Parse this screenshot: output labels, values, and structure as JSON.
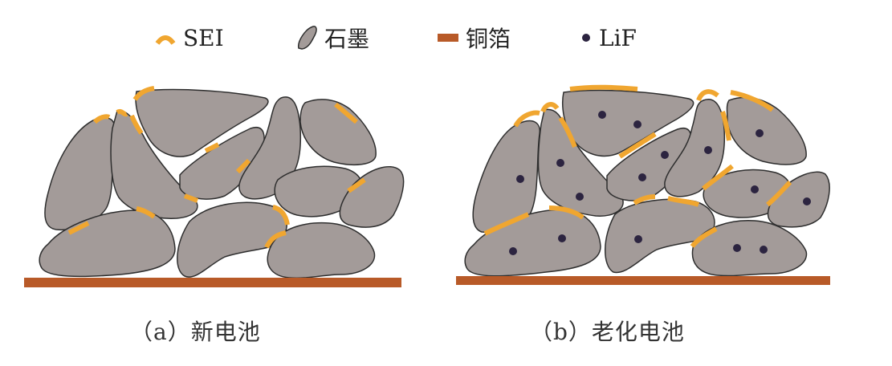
{
  "legend": {
    "items": [
      {
        "key": "sei",
        "label": "SEI",
        "icon": "sei-arc-icon",
        "color": "#F0A630"
      },
      {
        "key": "graphite",
        "label": "石墨",
        "icon": "graphite-particle-icon",
        "color": "#A39B99"
      },
      {
        "key": "copper_foil",
        "label": "铜箔",
        "icon": "copper-foil-icon",
        "color": "#B85A28"
      },
      {
        "key": "lif",
        "label": "LiF",
        "icon": "lif-dot-icon",
        "color": "#2C2440"
      }
    ]
  },
  "panels": [
    {
      "id": "a",
      "caption": "（a）新电池",
      "description": "new battery: graphite particles with thin, sparse SEI segments on copper foil"
    },
    {
      "id": "b",
      "caption": "（b）老化电池",
      "description": "aged battery: thicker, longer SEI segments and LiF deposits inside graphite particles"
    }
  ],
  "colors": {
    "graphite_fill": "#A39B99",
    "outline": "#2E2E2E",
    "sei": "#F0A630",
    "copper": "#B85A28",
    "lif": "#2C2440"
  }
}
